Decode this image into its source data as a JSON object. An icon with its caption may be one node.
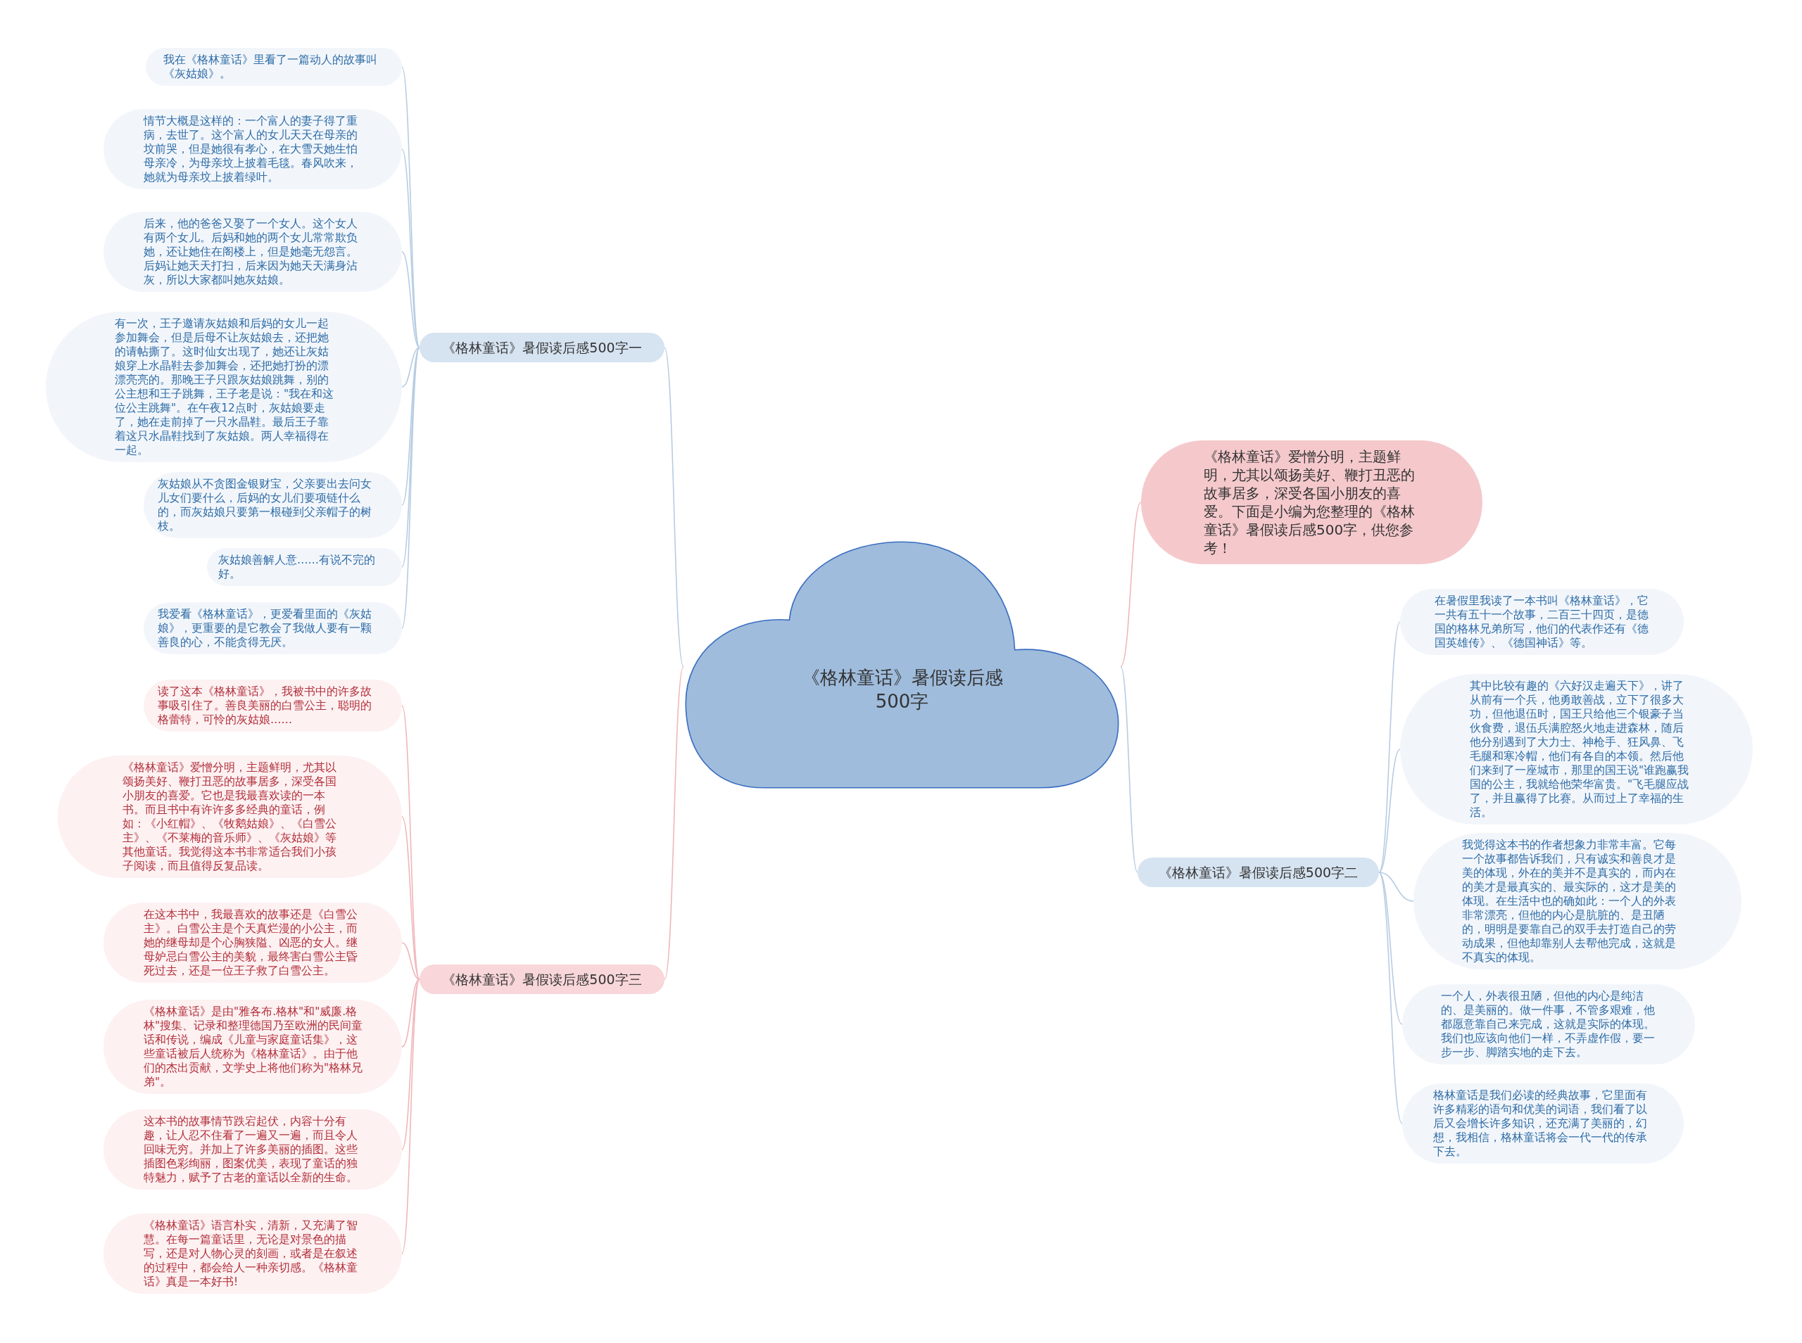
{
  "diagram": {
    "nodes": [
      {
        "text": [
          "《格林童话》暑假读后感500字"
        ]
      },
      {
        "text": [
          "《格林童话》暑假读后感500字一"
        ]
      },
      {
        "text": [
          "我在《格林童话》里看了一篇动人的故事叫《灰姑娘》。"
        ]
      },
      {
        "text": [
          "情节大概是这样的：一个富人的妻子得了重病，去世了。这个富人的女儿天天在母亲的坟前哭，但是她很有孝心，在大雪天她生怕母亲冷，为母亲坟上披着毛毯。春风吹来，她就为母亲坟上披着绿叶。"
        ]
      },
      {
        "text": [
          "后来，他的爸爸又娶了一个女人。这个女人有两个女儿。后妈和她的两个女儿常常欺负她，还让她住在阁楼上，但是她毫无怨言。后妈让她天天打扫，后来因为她天天满身沾灰，所以大家都叫她灰姑娘。"
        ]
      },
      {
        "text": [
          "有一次，王子邀请灰姑娘和后妈的女儿一起参加舞会，但是后母不让灰姑娘去，还把她的请帖撕了。这时仙女出现了，她还让灰姑娘穿上水晶鞋去参加舞会，还把她打扮的漂漂亮亮的。那晚王子只跟灰姑娘跳舞，别的公主想和王子跳舞，王子老是说：\"我在和这位公主跳舞\"。在午夜12点时，灰姑娘要走了，她在走前掉了一只水晶鞋。最后王子靠着这只水晶鞋找到了灰姑娘。两人幸福得在一起。"
        ]
      },
      {
        "text": [
          "灰姑娘从不贪图金银财宝，父亲要出去问女儿女们要什么，后妈的女儿们要项链什么的，而灰姑娘只要第一根碰到父亲帽子的树枝。"
        ]
      },
      {
        "text": [
          "灰姑娘善解人意……有说不完的好。"
        ]
      },
      {
        "text": [
          "我爱看《格林童话》，更爱看里面的《灰姑娘》，更重要的是它教会了我做人要有一颗善良的心，不能贪得无厌。"
        ]
      },
      {
        "text": [
          "《格林童话》暑假读后感500字三"
        ]
      },
      {
        "text": [
          "读了这本《格林童话》，我被书中的许多故事吸引住了。善良美丽的白雪公主，聪明的格蕾特，可怜的灰姑娘……"
        ]
      },
      {
        "text": [
          "《格林童话》爱憎分明，主题鲜明，尤其以颂扬美好、鞭打丑恶的故事居多，深受各国小朋友的喜爱。它也是我最喜欢读的一本书。而且书中有许许多多经典的童话，例如：《小红帽》、《牧鹅姑娘》、《白雪公主》、《不莱梅的音乐师》、《灰姑娘》等其他童话。我觉得这本书非常适合我们小孩子阅读，而且值得反复品读。"
        ]
      },
      {
        "text": [
          "在这本书中，我最喜欢的故事还是《白雪公主》。白雪公主是个天真烂漫的小公主，而她的继母却是个心胸狭隘、凶恶的女人。继母妒忌白雪公主的美貌，最终害白雪公主昏死过去，还是一位王子救了白雪公主。"
        ]
      },
      {
        "text": [
          "《格林童话》是由\"雅各布.格林\"和\"威廉.格林\"搜集、记录和整理德国乃至欧洲的民间童话和传说，编成《儿童与家庭童话集》，这些童话被后人统称为《格林童话》。由于他们的杰出贡献，文学史上将他们称为\"格林兄弟\"。"
        ]
      },
      {
        "text": [
          "这本书的故事情节跌宕起伏，内容十分有趣，让人忍不住看了一遍又一遍，而且令人回味无穷。并加上了许多美丽的插图。这些插图色彩绚丽，图案优美，表现了童话的独特魅力，赋予了古老的童话以全新的生命。"
        ]
      },
      {
        "text": [
          "《格林童话》语言朴实，清新，又充满了智慧。在每一篇童话里，无论是对景色的描写，还是对人物心灵的刻画，或者是在叙述的过程中，都会给人一种亲切感。《格林童话》真是一本好书!"
        ]
      },
      {
        "text": [
          "《格林童话》爱憎分明，主题鲜明，尤其以颂扬美好、鞭打丑恶的故事居多，深受各国小朋友的喜爱。下面是小编为您整理的《格林童话》暑假读后感500字，供您参考！"
        ]
      },
      {
        "text": [
          "《格林童话》暑假读后感500字二"
        ]
      },
      {
        "text": [
          "在暑假里我读了一本书叫《格林童话》，它一共有五十一个故事，二百三十四页，是德国的格林兄弟所写，他们的代表作还有《德国英雄传》、《德国神话》等。"
        ]
      },
      {
        "text": [
          "其中比较有趣的《六好汉走遍天下》，讲了从前有一个兵，他勇敢善战，立下了很多大功，但他退伍时，国王只给他三个银豪子当伙食费，退伍兵满腔怒火地走进森林，随后他分别遇到了大力士、神枪手、狂风鼻、飞毛腿和寒冷帽，他们有各自的本领。然后他们来到了一座城市，那里的国王说\"谁跑赢我国的公主，我就给他荣华富贵。\"飞毛腿应战了，并且赢得了比赛。从而过上了幸福的生活。"
        ]
      },
      {
        "text": [
          "我觉得这本书的作者想象力非常丰富。它每一个故事都告诉我们，只有诚实和善良才是美的体现，外在的美并不是真实的，而内在的美才是最真实的、最实际的，这才是美的体现。在生活中也的确如此：一个人的外表非常漂亮，但他的内心是肮脏的、是丑陋的，明明是要靠自己的双手去打造自己的劳动成果，但他却靠别人去帮他完成，这就是不真实的体现。"
        ]
      },
      {
        "text": [
          "一个人，外表很丑陋，但他的内心是纯洁的、是美丽的。做一件事，不管多艰难，他都愿意靠自己来完成，这就是实际的体现。我们也应该向他们一样，不弄虚作假，要一步一步、脚踏实地的走下去。"
        ]
      },
      {
        "text": [
          "格林童话是我们必读的经典故事，它里面有许多精彩的语句和优美的词语，我们看了以后又会增长许多知识，还充满了美丽的，幻想，我相信，格林童话将会一代一代的传承下去。"
        ]
      }
    ],
    "edges": [
      {
        "from": 0,
        "to": 1,
        "arrow": "none"
      },
      {
        "from": 1,
        "to": 2,
        "arrow": "none"
      },
      {
        "from": 1,
        "to": 3,
        "arrow": "none"
      },
      {
        "from": 1,
        "to": 4,
        "arrow": "none"
      },
      {
        "from": 1,
        "to": 5,
        "arrow": "none"
      },
      {
        "from": 1,
        "to": 6,
        "arrow": "none"
      },
      {
        "from": 1,
        "to": 7,
        "arrow": "none"
      },
      {
        "from": 1,
        "to": 8,
        "arrow": "none"
      },
      {
        "from": 0,
        "to": 9,
        "arrow": "none",
        "color": "#f0b6ba"
      },
      {
        "from": 9,
        "to": 10,
        "arrow": "none",
        "color": "#f0b6ba"
      },
      {
        "from": 9,
        "to": 11,
        "arrow": "none",
        "color": "#f0b6ba"
      },
      {
        "from": 9,
        "to": 12,
        "arrow": "none",
        "color": "#f0b6ba"
      },
      {
        "from": 9,
        "to": 13,
        "arrow": "none",
        "color": "#f0b6ba"
      },
      {
        "from": 9,
        "to": 14,
        "arrow": "none",
        "color": "#f0b6ba"
      },
      {
        "from": 9,
        "to": 15,
        "arrow": "none",
        "color": "#f0b6ba"
      },
      {
        "from": 0,
        "to": 16,
        "arrow": "none",
        "color": "#f0b6ba"
      },
      {
        "from": 0,
        "to": 17,
        "arrow": "none"
      },
      {
        "from": 17,
        "to": 18,
        "arrow": "none"
      },
      {
        "from": 17,
        "to": 19,
        "arrow": "none"
      },
      {
        "from": 17,
        "to": 20,
        "arrow": "none"
      },
      {
        "from": 17,
        "to": 21,
        "arrow": "none"
      },
      {
        "from": 17,
        "to": 22,
        "arrow": "none"
      }
    ]
  }
}
